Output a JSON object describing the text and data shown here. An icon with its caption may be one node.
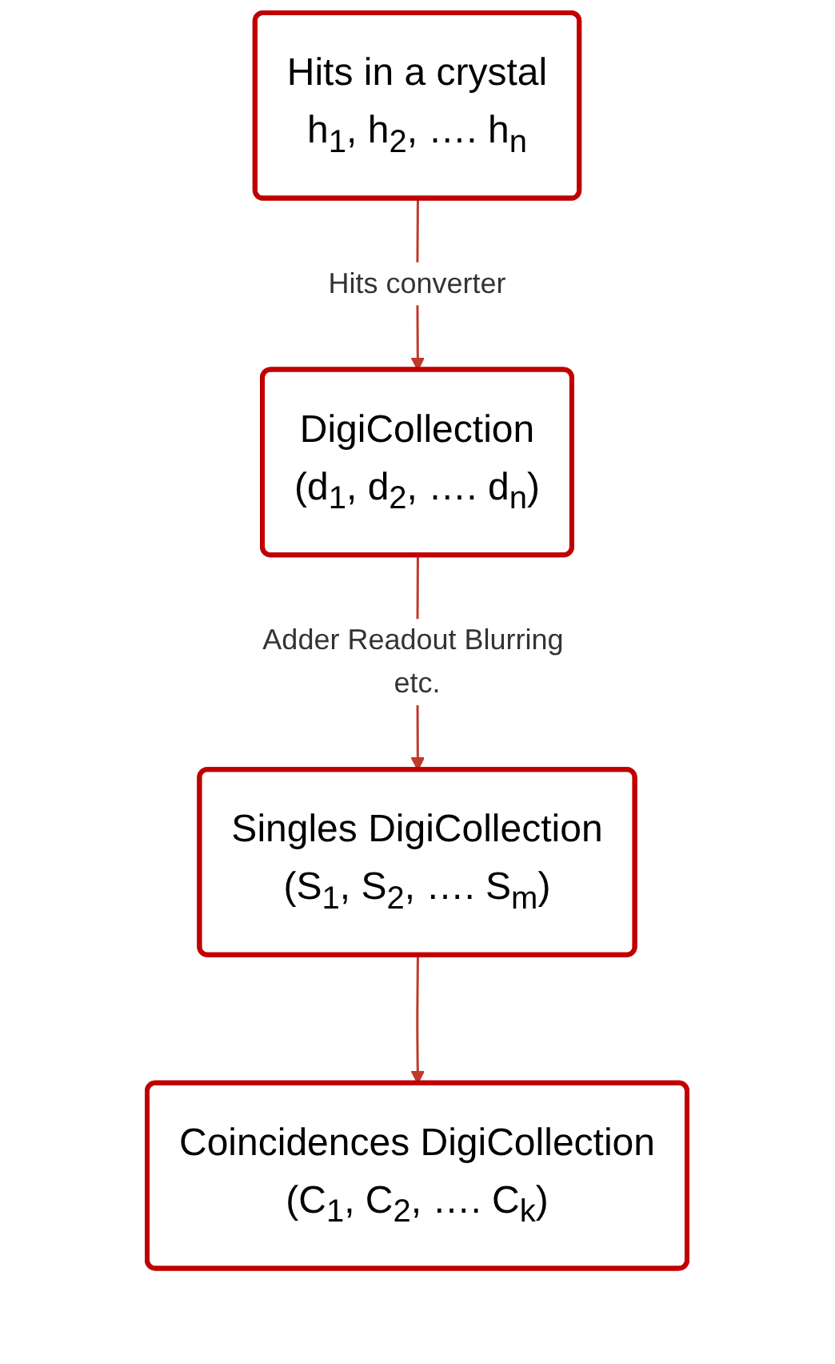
{
  "diagram": {
    "nodes": [
      {
        "text": [
          "Hits in a crystal",
          "h$_{1}$, h$_{2}$, …. h$_{n}$"
        ]
      },
      {
        "text": [
          "DigiCollection",
          "(d$_{1}$, d$_{2}$, …. d$_{n}$)"
        ]
      },
      {
        "text": [
          "Singles DigiCollection",
          "(S$_{1}$, S$_{2}$, …. S$_{m}$)"
        ]
      },
      {
        "text": [
          "Coincidences DigiCollection",
          "(C$_{1}$, C$_{2}$, …. C$_{k}$)"
        ]
      }
    ],
    "edges": [
      {
        "from": 0,
        "to": 1,
        "arrow": "to",
        "label": "Hits converter"
      },
      {
        "from": 1,
        "to": 2,
        "arrow": "to",
        "label": "Adder Readout Blurring etc."
      },
      {
        "from": 2,
        "to": 3,
        "arrow": "to"
      }
    ]
  }
}
